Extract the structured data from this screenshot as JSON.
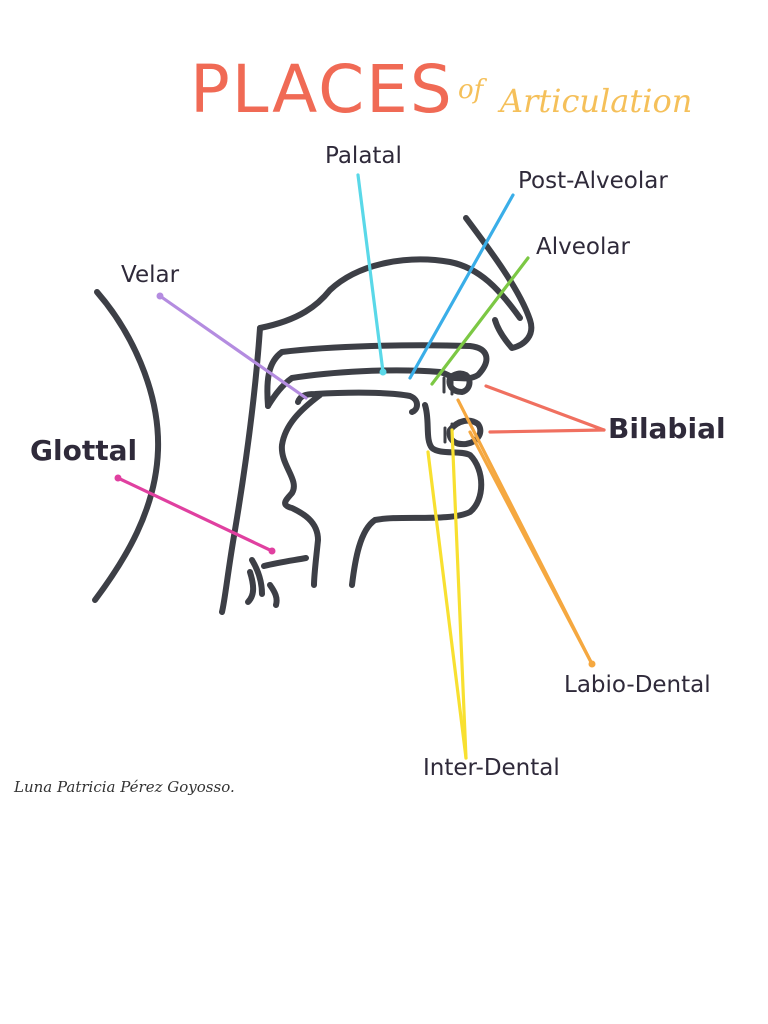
{
  "title": {
    "main": "PLACES",
    "of": "of",
    "sub": "Articulation"
  },
  "labels": {
    "palatal": "Palatal",
    "post_alveolar": "Post-Alveolar",
    "alveolar": "Alveolar",
    "velar": "Velar",
    "glottal": "Glottal",
    "bilabial": "Bilabial",
    "labio_dental": "Labio-Dental",
    "inter_dental": "Inter-Dental"
  },
  "signature": "Luna Patricia Pérez Goyosso.",
  "colors": {
    "title_main": "#f06a55",
    "title_sub": "#f5c05a",
    "palatal": "#5ad8e8",
    "post_alveolar": "#3aaee8",
    "alveolar": "#7cc844",
    "velar": "#b48ce0",
    "glottal": "#e040a0",
    "bilabial": "#f07060",
    "labio_dental": "#f5a840",
    "inter_dental": "#f8e030",
    "outline": "#3d3f46"
  }
}
